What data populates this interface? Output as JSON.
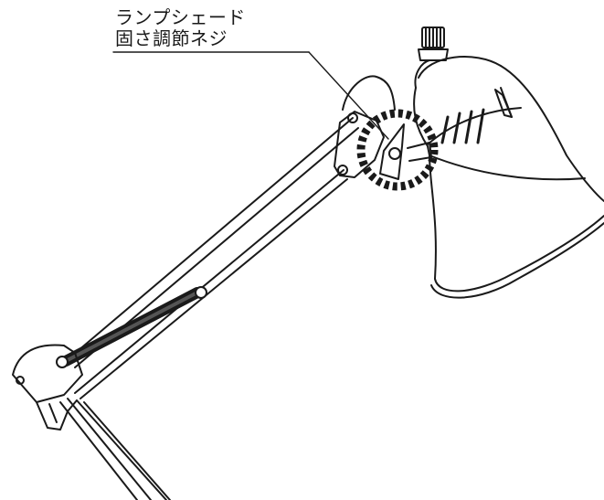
{
  "callout": {
    "line1": "ランプシェード",
    "line2": "固さ調節ネジ"
  },
  "colors": {
    "ink": "#1a1a1a",
    "paper": "#ffffff",
    "highlight": "#1a1a1a"
  },
  "icons": {
    "highlight_marker": "dashed-circle"
  }
}
